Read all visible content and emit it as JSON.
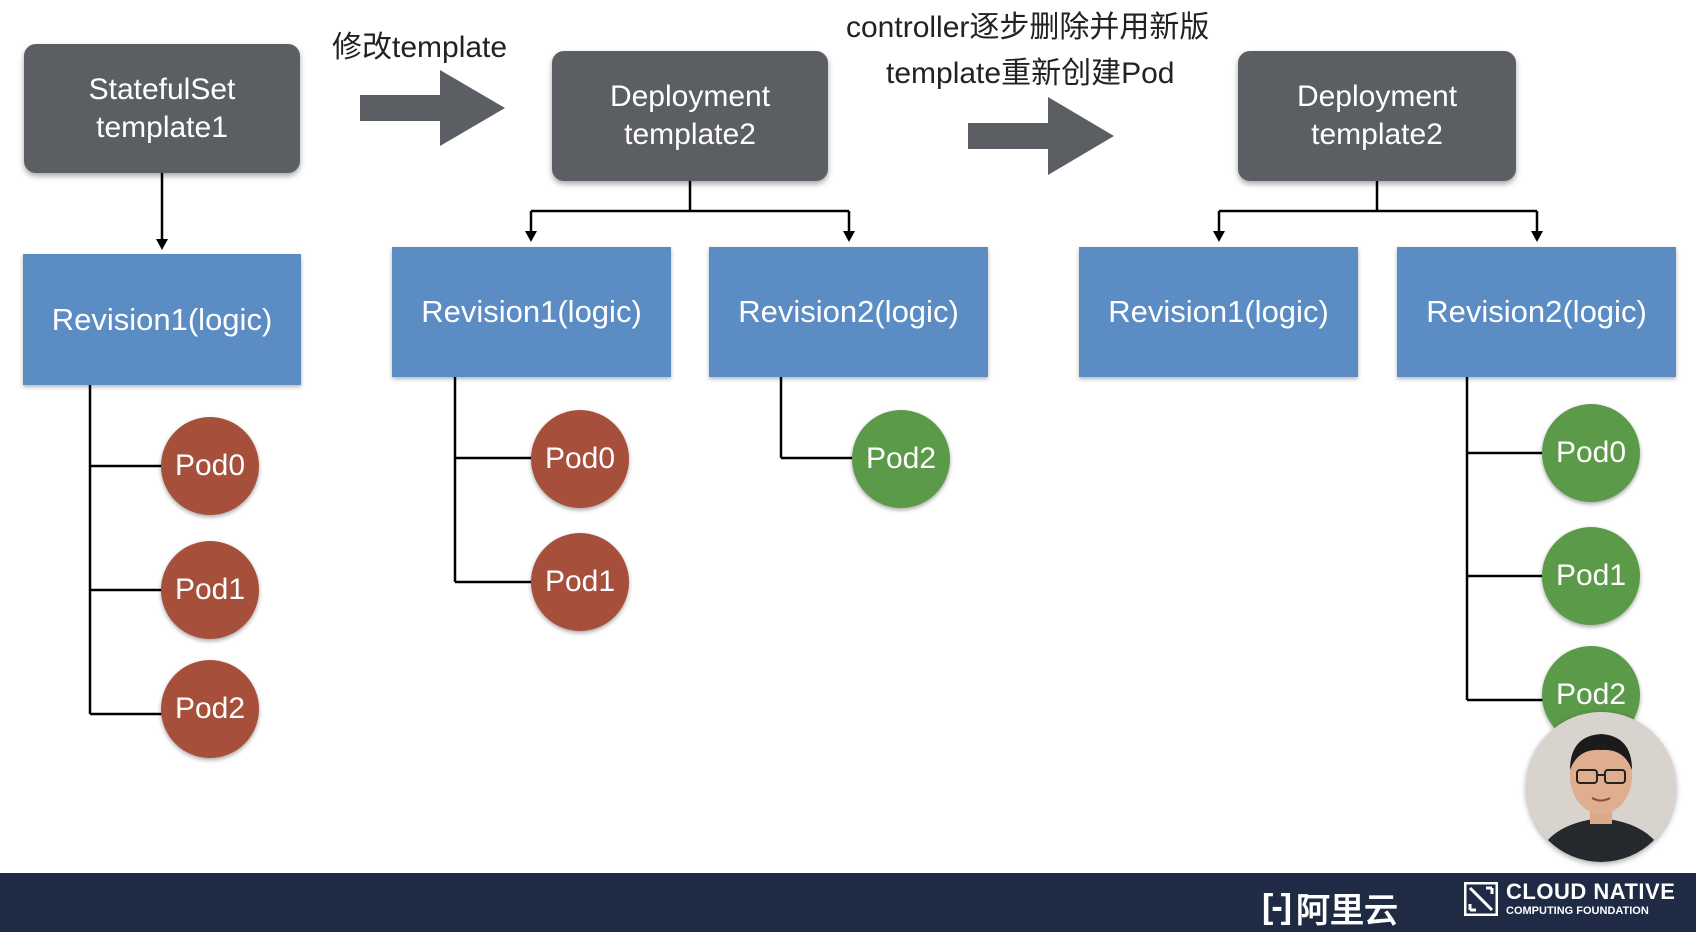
{
  "captions": {
    "step1": "修改template",
    "step2_line1": "controller逐步删除并用新版",
    "step2_line2": "template重新创建Pod"
  },
  "panel1": {
    "template": [
      "StatefulSet",
      "template1"
    ],
    "revision": "Revision1(logic)",
    "pods": [
      "Pod0",
      "Pod1",
      "Pod2"
    ]
  },
  "panel2": {
    "template": [
      "Deployment",
      "template2"
    ],
    "revision1": "Revision1(logic)",
    "revision2": "Revision2(logic)",
    "rev1_pods": [
      "Pod0",
      "Pod1"
    ],
    "rev2_pods": [
      "Pod2"
    ]
  },
  "panel3": {
    "template": [
      "Deployment",
      "template2"
    ],
    "revision1": "Revision1(logic)",
    "revision2": "Revision2(logic)",
    "rev2_pods": [
      "Pod0",
      "Pod1",
      "Pod2"
    ]
  },
  "footer": {
    "alibaba_logo": "阿里云",
    "cncf_line1": "CLOUD NATIVE",
    "cncf_line2": "COMPUTING FOUNDATION"
  },
  "colors": {
    "template_box": "#5b5e62",
    "revision_box": "#5b8cc3",
    "old_pod": "#a64f3b",
    "new_pod": "#5b9a48",
    "footer_bar": "#1f2a44"
  },
  "icons": {
    "arrow": "right-arrow-icon",
    "alibaba": "alibaba-cloud-logo",
    "cncf": "cncf-logo"
  }
}
